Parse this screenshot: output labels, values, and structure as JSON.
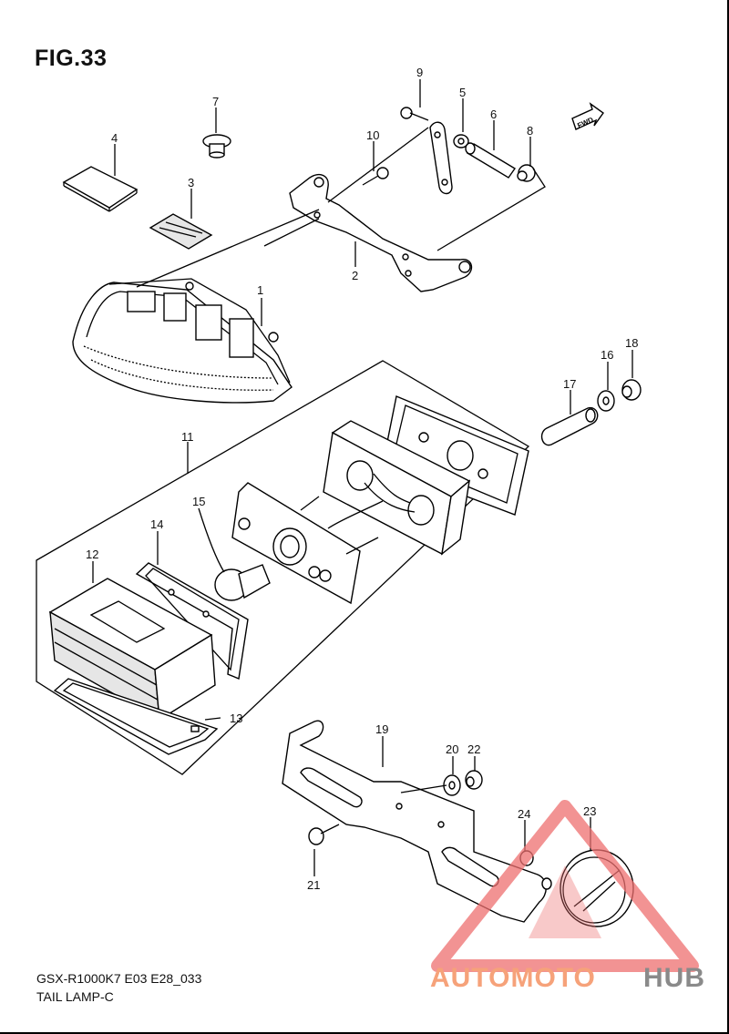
{
  "figure": {
    "title": "FIG.33",
    "model_code": "GSX-R1000K7 E03 E28_033",
    "model_name": "TAIL LAMP-C",
    "fwd_label": "FWD"
  },
  "callouts": [
    "1",
    "2",
    "3",
    "4",
    "5",
    "6",
    "7",
    "8",
    "9",
    "10",
    "11",
    "12",
    "13",
    "14",
    "15",
    "16",
    "17",
    "18",
    "19",
    "20",
    "21",
    "22",
    "23",
    "24"
  ],
  "watermark": {
    "prefix": "AUTOMOTO",
    "suffix": "HUB",
    "prefix_color": "#f6a27a",
    "suffix_color": "#8a8a8a",
    "triangle_color": "#ee6f6f"
  }
}
